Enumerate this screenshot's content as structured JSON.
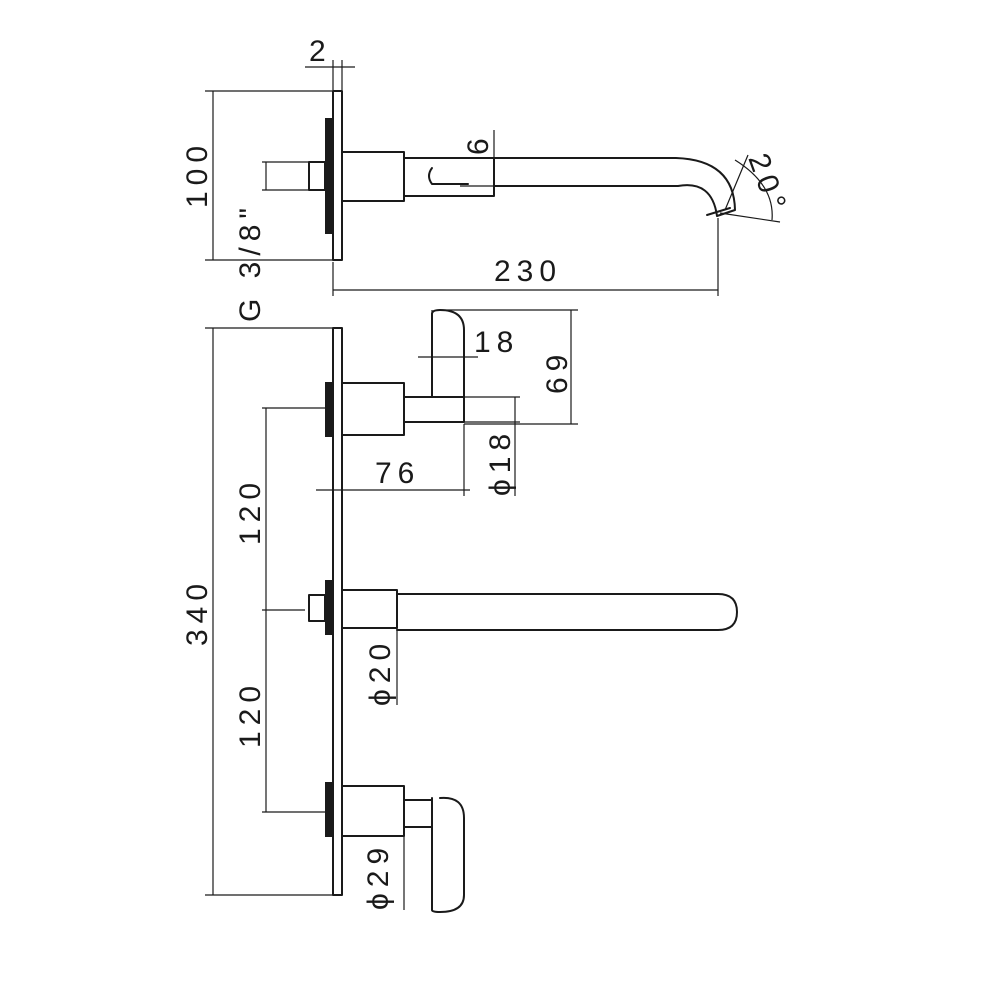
{
  "dimensions": {
    "wall_plate_thickness": "2",
    "top_view_height": "100",
    "thread_size": "G 3/8\"",
    "spout_wall_thickness": "6",
    "spout_angle": "20°",
    "spout_projection": "230",
    "handle_width": "18",
    "handle_height": "69",
    "handle_projection": "76",
    "handle_diameter": "ϕ18",
    "plate_height": "340",
    "spacing_upper": "120",
    "spacing_lower": "120",
    "spout_diameter": "ϕ20",
    "lever_diameter": "ϕ29"
  }
}
